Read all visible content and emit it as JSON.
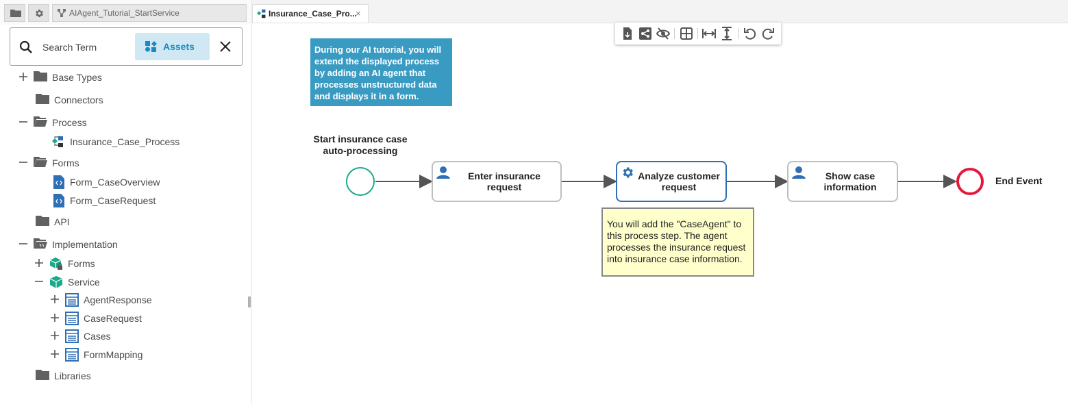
{
  "left_tabs": {
    "folder_tab": "folder-icon",
    "settings_tab": "gear-icon",
    "process_tab_label": "AIAgent_Tutorial_StartService"
  },
  "search": {
    "placeholder": "Search Term",
    "assets_label": "Assets"
  },
  "tree": {
    "base_types": "Base Types",
    "connectors": "Connectors",
    "process": "Process",
    "insurance_case_process": "Insurance_Case_Process",
    "forms": "Forms",
    "form_case_overview": "Form_CaseOverview",
    "form_case_request": "Form_CaseRequest",
    "api": "API",
    "implementation": "Implementation",
    "impl_forms": "Forms",
    "impl_service": "Service",
    "agent_response": "AgentResponse",
    "case_request": "CaseRequest",
    "cases": "Cases",
    "form_mapping": "FormMapping",
    "libraries": "Libraries"
  },
  "editor": {
    "tab_label": "Insurance_Case_Pro...",
    "tab_close": "×"
  },
  "toolbar": {
    "icons": [
      "export-icon",
      "share-icon",
      "hide-icon",
      "grid-icon",
      "fit-width-icon",
      "fit-height-icon",
      "undo-icon",
      "redo-icon"
    ]
  },
  "diagram": {
    "note_blue": "During our AI tutorial, you will extend the displayed process by adding an AI agent that processes unstructured data and displays it in a form.",
    "start_label_line1": "Start insurance case",
    "start_label_line2": "auto-processing",
    "task1_line1": "Enter insurance",
    "task1_line2": "request",
    "task2_line1": "Analyze customer",
    "task2_line2": "request",
    "task3_line1": "Show case",
    "task3_line2": "information",
    "end_label": "End Event",
    "note_yellow": "You will add the \"CaseAgent\" to this process step. The agent processes the insurance request into insurance case information."
  },
  "colors": {
    "accent_blue": "#1a8bc0",
    "note_blue_bg": "#3a9bc2",
    "start_event": "#1aaa8a",
    "end_event": "#e3193c",
    "selected_task_border": "#2e6fb5",
    "note_yellow_bg": "#ffffcc"
  }
}
